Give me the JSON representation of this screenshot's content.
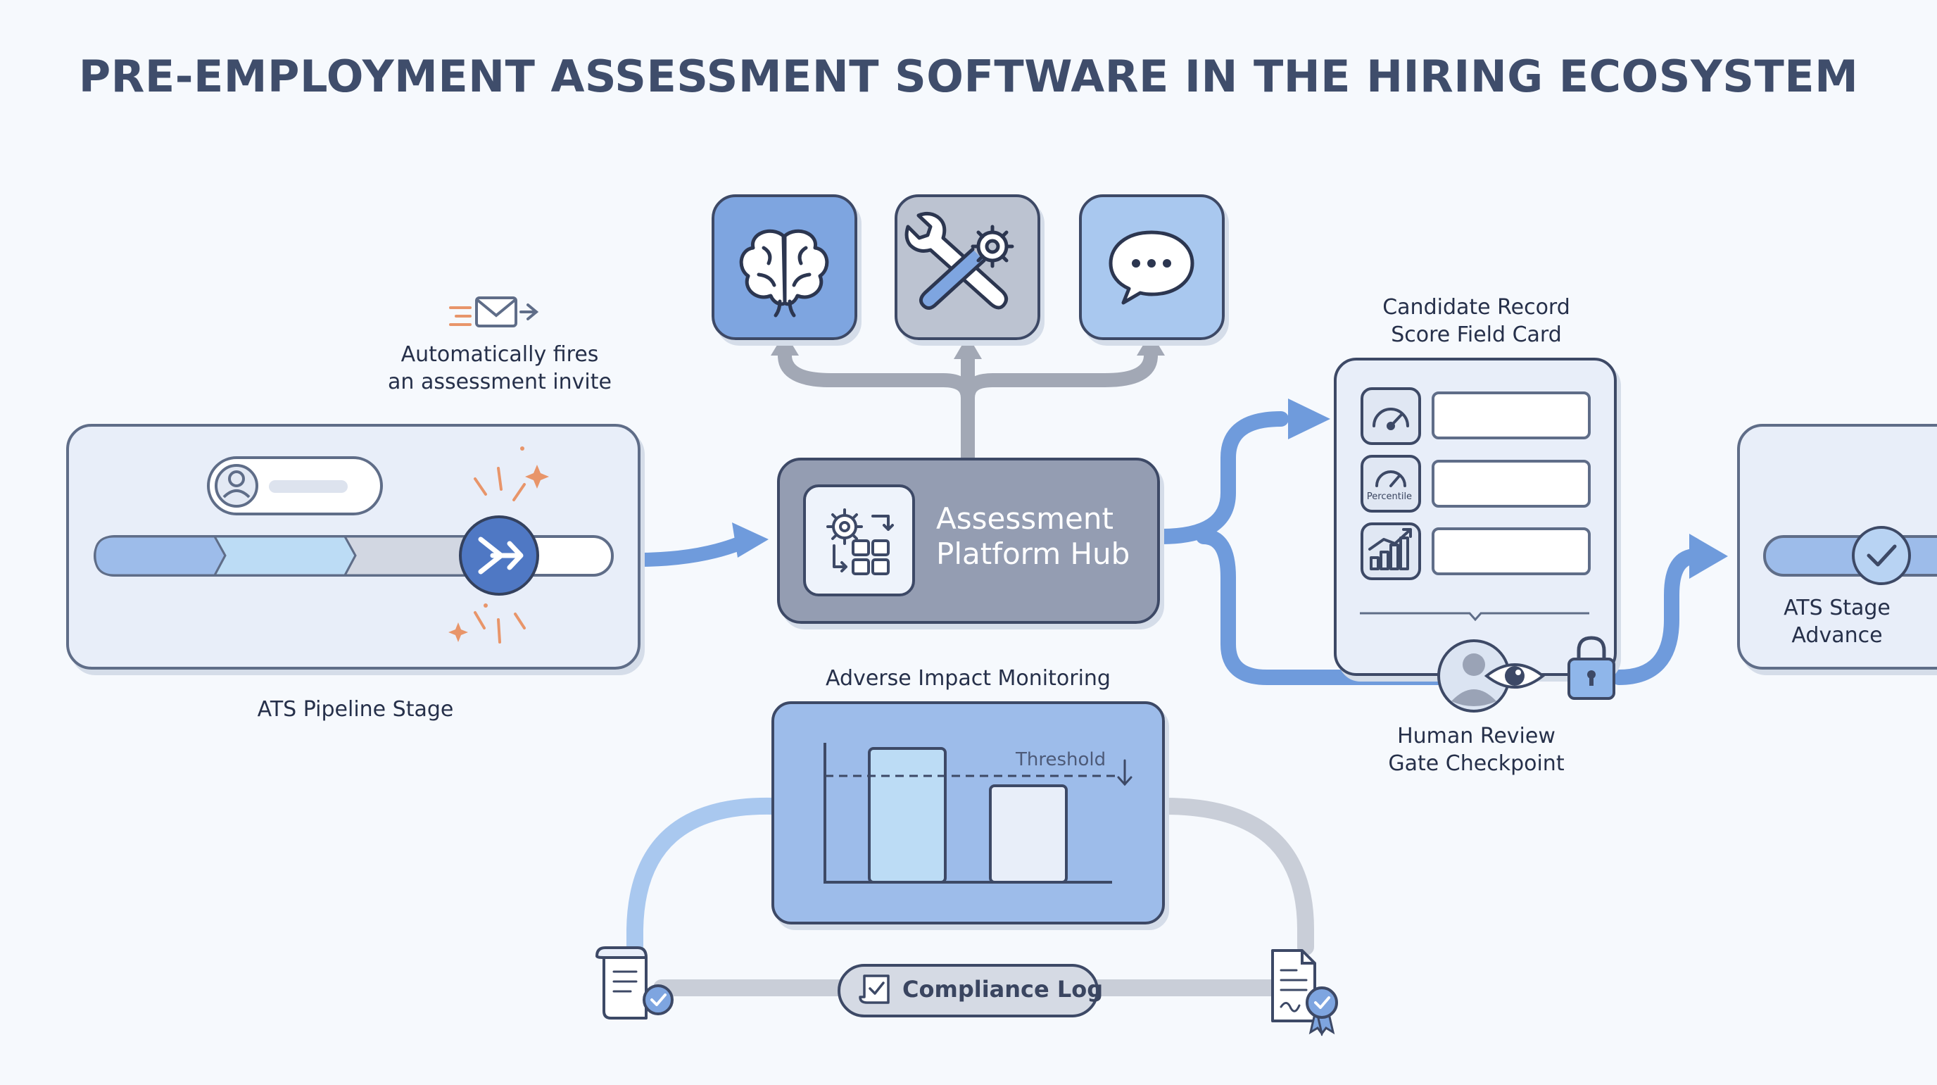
{
  "title": "PRE-EMPLOYMENT ASSESSMENT SOFTWARE IN THE HIRING ECOSYSTEM",
  "invite_note": {
    "line1": "Automatically fires",
    "line2": "an assessment invite"
  },
  "ats_pipeline": {
    "label": "ATS Pipeline Stage"
  },
  "hub": {
    "line1": "Assessment",
    "line2": "Platform Hub"
  },
  "assessment_types": [
    {
      "icon": "brain-icon"
    },
    {
      "icon": "wrench-gear-icon"
    },
    {
      "icon": "chat-bubble-icon"
    }
  ],
  "score_card": {
    "line1": "Candidate Record",
    "line2": "Score Field Card",
    "percentile_label": "Percentile"
  },
  "human_review": {
    "line1": "Human Review",
    "line2": "Gate Checkpoint"
  },
  "ats_advance": {
    "line1": "ATS Stage",
    "line2": "Advance"
  },
  "adverse_impact": {
    "label": "Adverse Impact Monitoring",
    "threshold_label": "Threshold"
  },
  "compliance": {
    "label": "Compliance Log"
  },
  "colors": {
    "primary_blue": "#6f9bdc",
    "light_blue": "#a9c8ef",
    "panel_bg": "#e8eef9",
    "hub_gray": "#949db2",
    "connector_gray": "#a2a8b5",
    "accent_orange": "#e8956a"
  }
}
